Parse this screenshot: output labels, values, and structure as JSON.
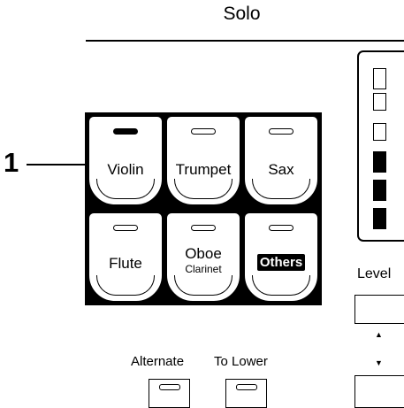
{
  "panel": {
    "title": "Solo"
  },
  "callout": {
    "number": "1"
  },
  "buttons": [
    {
      "label": "Violin",
      "sub": "",
      "led_on": true,
      "inverted": false
    },
    {
      "label": "Trumpet",
      "sub": "",
      "led_on": false,
      "inverted": false
    },
    {
      "label": "Sax",
      "sub": "",
      "led_on": false,
      "inverted": false
    },
    {
      "label": "Flute",
      "sub": "",
      "led_on": false,
      "inverted": false
    },
    {
      "label": "Oboe",
      "sub": "Clarinet",
      "led_on": false,
      "inverted": false
    },
    {
      "label": "Others",
      "sub": "",
      "led_on": false,
      "inverted": true
    }
  ],
  "level_meter": {
    "segments_total": 6,
    "segments_lit": 3
  },
  "level": {
    "label": "Level",
    "up_icon": "arrow-up-icon",
    "down_icon": "arrow-down-icon"
  },
  "bottom": {
    "alternate_label": "Alternate",
    "to_lower_label": "To Lower"
  }
}
